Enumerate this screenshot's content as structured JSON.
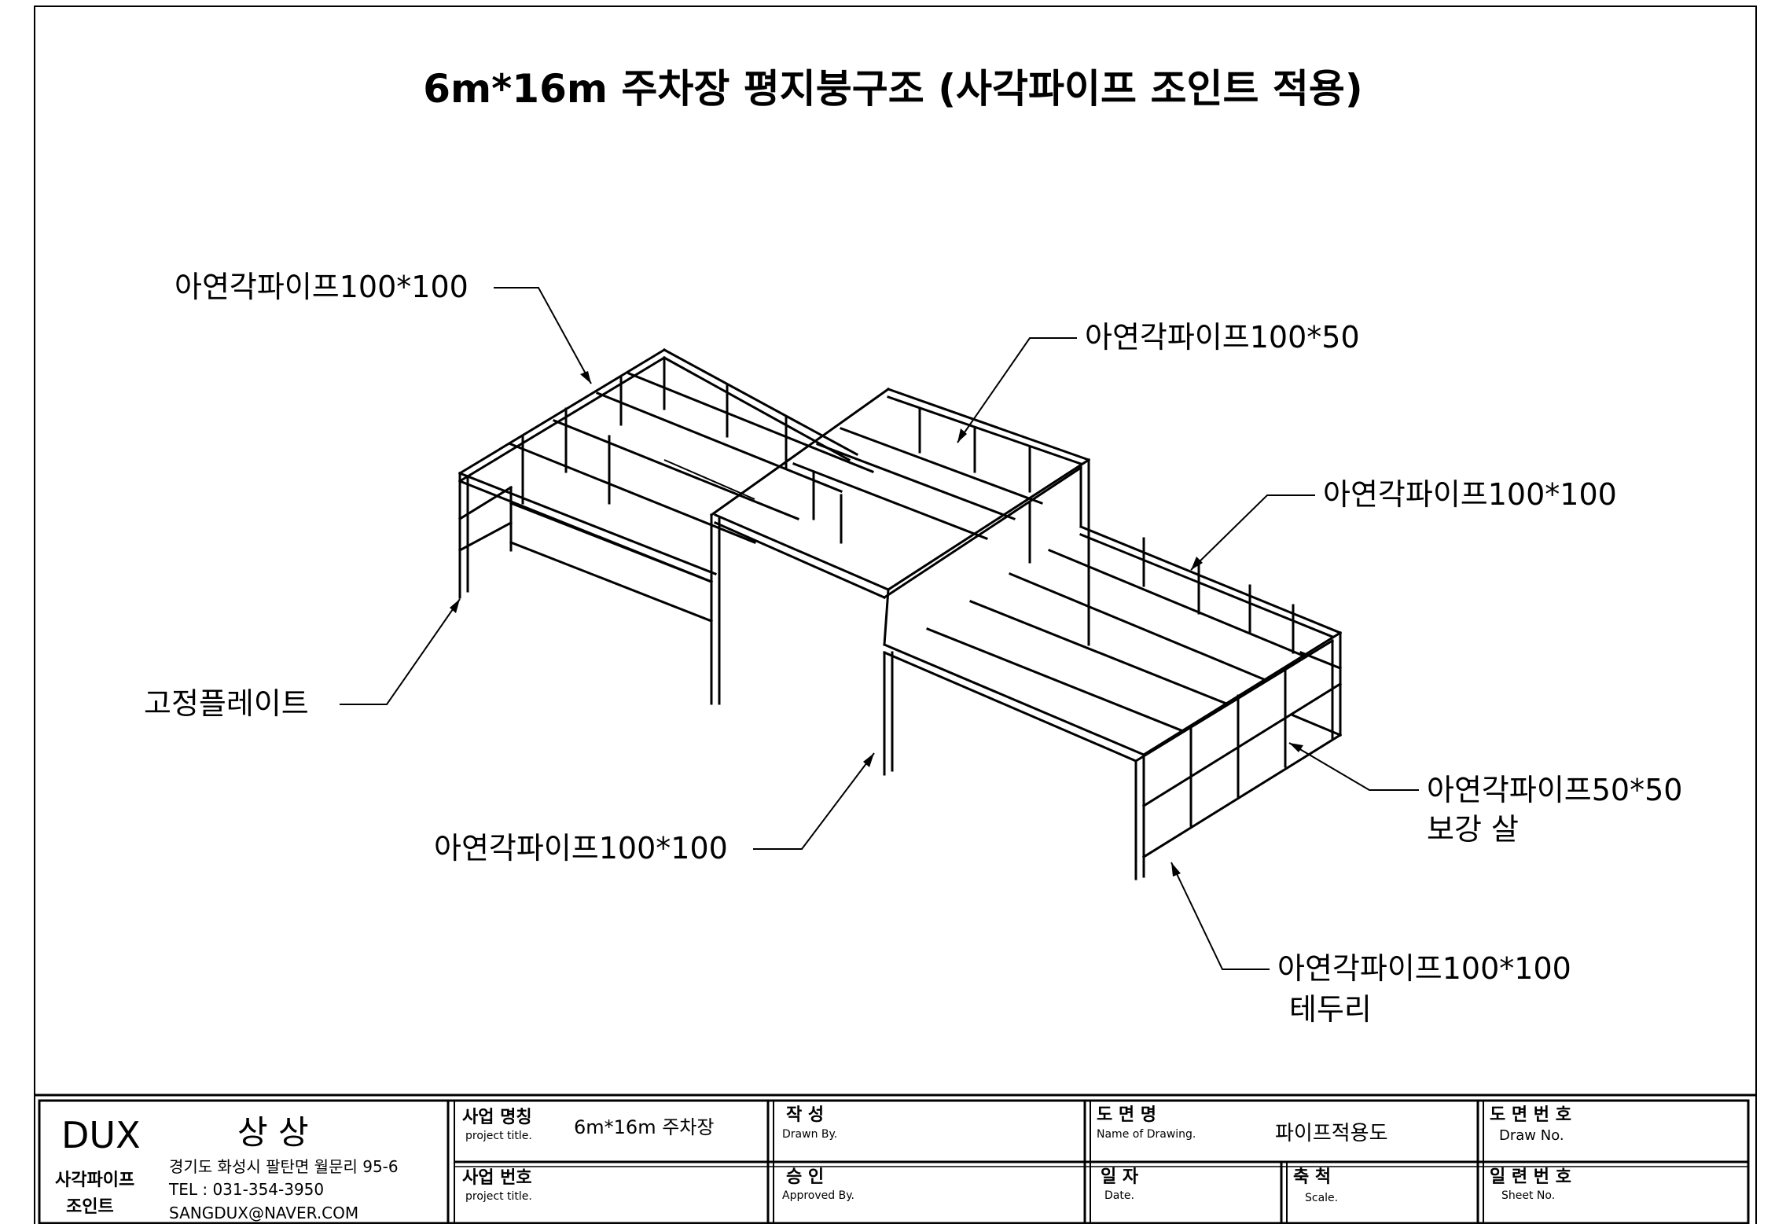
{
  "drawing": {
    "title": "6m*16m 주차장 평지붕구조 (사각파이프 조인트 적용)",
    "callouts": {
      "top_left_pipe": "아연각파이프100*100",
      "top_center_pipe": "아연각파이프100*50",
      "right_upper_pipe": "아연각파이프100*100",
      "fixing_plate": "고정플레이트",
      "column_pipe": "아연각파이프100*100",
      "brace_pipe_line1": "아연각파이프50*50",
      "brace_pipe_line2": "보강 살",
      "edge_pipe_line1": "아연각파이프100*100",
      "edge_pipe_line2": "테두리"
    }
  },
  "title_block": {
    "company": {
      "brand": "DUX",
      "name": "상 상",
      "product_line1": "사각파이프",
      "product_line2": "조인트",
      "address": "경기도 화성시 팔탄면 월문리 95-6",
      "tel": "TEL : 031-354-3950",
      "email": "SANGDUX@NAVER.COM"
    },
    "project_name_label": "사업 명칭",
    "project_name_label_en": "project title.",
    "project_name_value": "6m*16m 주차장",
    "project_no_label": "사업 번호",
    "project_no_label_en": "project title.",
    "drawn_label": "작   성",
    "drawn_label_en": "Drawn By.",
    "approved_label": "승   인",
    "approved_label_en": "Approved By.",
    "drawing_name_label": "도  면  명",
    "drawing_name_label_en": "Name of Drawing.",
    "drawing_name_value": "파이프적용도",
    "date_label": "일  자",
    "date_label_en": "Date.",
    "scale_label": "축  척",
    "scale_label_en": "Scale.",
    "draw_no_label": "도 면 번 호",
    "draw_no_label_en": "Draw No.",
    "sheet_no_label": "일 련 번 호",
    "sheet_no_label_en": "Sheet No."
  }
}
